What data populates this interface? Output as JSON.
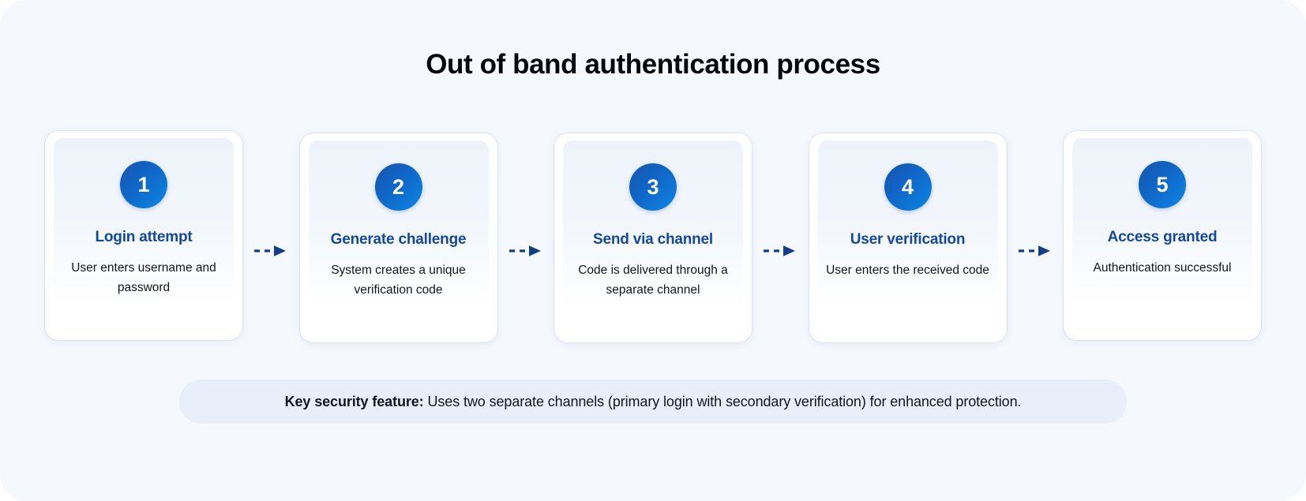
{
  "page": {
    "title": "Out of band authentication process",
    "background_color": "#f5f8fd",
    "accent_color": "#14489f",
    "badge_gradient_from": "#1557ad",
    "badge_gradient_to": "#0c86e3",
    "arrow_color": "#143f87"
  },
  "steps": [
    {
      "number": "1",
      "title": "Login attempt",
      "description": "User enters username and password"
    },
    {
      "number": "2",
      "title": "Generate challenge",
      "description": "System creates a unique verification code"
    },
    {
      "number": "3",
      "title": "Send via channel",
      "description": "Code is delivered through a separate channel"
    },
    {
      "number": "4",
      "title": "User verification",
      "description": "User enters the received code"
    },
    {
      "number": "5",
      "title": "Access granted",
      "description": "Authentication successful"
    }
  ],
  "banner": {
    "label": "Key security feature:",
    "text": " Uses two separate channels (primary login with secondary verification) for enhanced protection."
  }
}
